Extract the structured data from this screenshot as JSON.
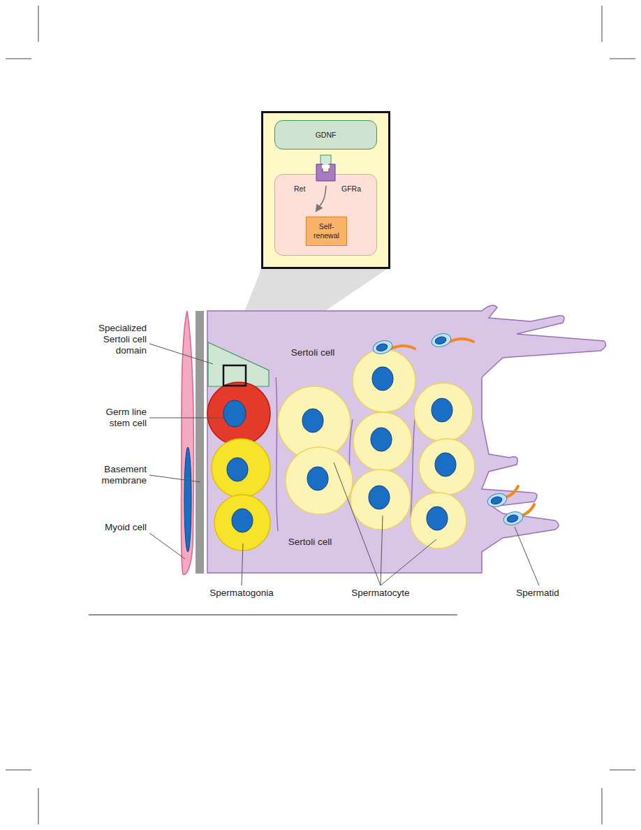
{
  "diagram": {
    "nodes": [
      {
        "text": [
          "GDNF"
        ]
      },
      {
        "text": [
          "Ret",
          "GFRa"
        ]
      },
      {
        "text": [
          "Self-renewal"
        ],
        "in": 1
      }
    ],
    "labels": [
      "Specialized Sertoli cell domain",
      "Germ line stem cell",
      "Basement membrane",
      "Myoid cell",
      "Spermatogonia",
      "Spermatocyte",
      "Spermatid",
      "Sertoli cell",
      "Sertoli cell"
    ]
  }
}
